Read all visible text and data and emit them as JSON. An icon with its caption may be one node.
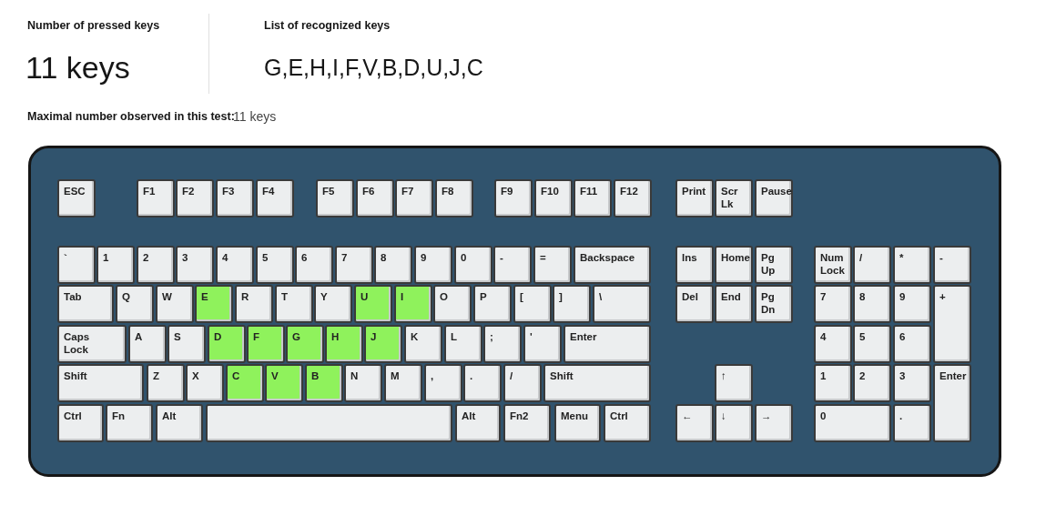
{
  "diagram": {
    "nodes": [
      {
        "text": [],
        "shape": "box"
      },
      {
        "text": [
          "ESC"
        ],
        "in": 0
      },
      {
        "text": [
          "F1"
        ],
        "in": 0
      },
      {
        "text": [
          "F2"
        ],
        "in": 0
      },
      {
        "text": [
          "F3"
        ],
        "in": 0
      },
      {
        "text": [
          "F4"
        ],
        "in": 0
      },
      {
        "text": [
          "F5"
        ],
        "in": 0
      },
      {
        "text": [
          "F6"
        ],
        "in": 0
      },
      {
        "text": [
          "F7"
        ],
        "in": 0
      },
      {
        "text": [
          "F8"
        ],
        "in": 0
      },
      {
        "text": [
          "F9"
        ],
        "in": 0
      },
      {
        "text": [
          "F10"
        ],
        "in": 0
      },
      {
        "text": [
          "F11"
        ],
        "in": 0
      },
      {
        "text": [
          "F12"
        ],
        "in": 0
      },
      {
        "text": [
          "Print"
        ],
        "in": 0
      },
      {
        "text": [
          "Scr Lk"
        ],
        "in": 0
      },
      {
        "text": [
          "Pause"
        ],
        "in": 0
      },
      {
        "text": [
          "`"
        ],
        "in": 0
      },
      {
        "text": [
          "1"
        ],
        "in": 0
      },
      {
        "text": [
          "2"
        ],
        "in": 0
      },
      {
        "text": [
          "3"
        ],
        "in": 0
      },
      {
        "text": [
          "4"
        ],
        "in": 0
      },
      {
        "text": [
          "5"
        ],
        "in": 0
      },
      {
        "text": [
          "6"
        ],
        "in": 0
      },
      {
        "text": [
          "7"
        ],
        "in": 0
      },
      {
        "text": [
          "8"
        ],
        "in": 0
      },
      {
        "text": [
          "9"
        ],
        "in": 0
      },
      {
        "text": [
          "0"
        ],
        "in": 0
      },
      {
        "text": [
          "-"
        ],
        "in": 0
      },
      {
        "text": [
          "="
        ],
        "in": 0
      },
      {
        "text": [
          "Backspace"
        ],
        "in": 0
      },
      {
        "text": [
          "Ins"
        ],
        "in": 0
      },
      {
        "text": [
          "Home"
        ],
        "in": 0
      },
      {
        "text": [
          "Pg Up"
        ],
        "in": 0
      },
      {
        "text": [
          "Num Lock"
        ],
        "in": 0
      },
      {
        "text": [
          "/"
        ],
        "in": 0
      },
      {
        "text": [
          "*"
        ],
        "in": 0
      },
      {
        "text": [
          "-"
        ],
        "in": 0
      },
      {
        "text": [
          "Tab"
        ],
        "in": 0
      },
      {
        "text": [
          "Q"
        ],
        "in": 0
      },
      {
        "text": [
          "W"
        ],
        "in": 0
      },
      {
        "text": [
          "E"
        ],
        "in": 0
      },
      {
        "text": [
          "R"
        ],
        "in": 0
      },
      {
        "text": [
          "T"
        ],
        "in": 0
      },
      {
        "text": [
          "Y"
        ],
        "in": 0
      },
      {
        "text": [
          "U"
        ],
        "in": 0
      },
      {
        "text": [
          "I"
        ],
        "in": 0
      },
      {
        "text": [
          "O"
        ],
        "in": 0
      },
      {
        "text": [
          "P"
        ],
        "in": 0
      },
      {
        "text": [
          "["
        ],
        "in": 0
      },
      {
        "text": [
          "]"
        ],
        "in": 0
      },
      {
        "text": [
          "\\"
        ],
        "in": 0
      },
      {
        "text": [
          "Del"
        ],
        "in": 0
      },
      {
        "text": [
          "End"
        ],
        "in": 0
      },
      {
        "text": [
          "Pg Dn"
        ],
        "in": 0
      },
      {
        "text": [
          "7"
        ],
        "in": 0
      },
      {
        "text": [
          "8"
        ],
        "in": 0
      },
      {
        "text": [
          "9"
        ],
        "in": 0
      },
      {
        "text": [
          "+"
        ],
        "in": 0
      },
      {
        "text": [
          "Caps Lock"
        ],
        "in": 0
      },
      {
        "text": [
          "A"
        ],
        "in": 0
      },
      {
        "text": [
          "S"
        ],
        "in": 0
      },
      {
        "text": [
          "D"
        ],
        "in": 0
      },
      {
        "text": [
          "F"
        ],
        "in": 0
      },
      {
        "text": [
          "G"
        ],
        "in": 0
      },
      {
        "text": [
          "H"
        ],
        "in": 0
      },
      {
        "text": [
          "J"
        ],
        "in": 0
      },
      {
        "text": [
          "K"
        ],
        "in": 0
      },
      {
        "text": [
          "L"
        ],
        "in": 0
      },
      {
        "text": [
          ";"
        ],
        "in": 0
      },
      {
        "text": [
          "'"
        ],
        "in": 0
      },
      {
        "text": [
          "Enter"
        ],
        "in": 0
      },
      {
        "text": [
          "4"
        ],
        "in": 0
      },
      {
        "text": [
          "5"
        ],
        "in": 0
      },
      {
        "text": [
          "6"
        ],
        "in": 0
      },
      {
        "text": [
          "Shift"
        ],
        "in": 0
      },
      {
        "text": [
          "Z"
        ],
        "in": 0
      },
      {
        "text": [
          "X"
        ],
        "in": 0
      },
      {
        "text": [
          "C"
        ],
        "in": 0
      },
      {
        "text": [
          "V"
        ],
        "in": 0
      },
      {
        "text": [
          "B"
        ],
        "in": 0
      },
      {
        "text": [
          "N"
        ],
        "in": 0
      },
      {
        "text": [
          "M"
        ],
        "in": 0
      },
      {
        "text": [
          ","
        ],
        "in": 0
      },
      {
        "text": [
          "."
        ],
        "in": 0
      },
      {
        "text": [
          "/"
        ],
        "in": 0
      },
      {
        "text": [
          "Shift"
        ],
        "in": 0
      },
      {
        "text": [
          "↑"
        ],
        "in": 0
      },
      {
        "text": [
          "1"
        ],
        "in": 0
      },
      {
        "text": [
          "2"
        ],
        "in": 0
      },
      {
        "text": [
          "3"
        ],
        "in": 0
      },
      {
        "text": [
          "Enter"
        ],
        "in": 0
      },
      {
        "text": [
          "Ctrl"
        ],
        "in": 0
      },
      {
        "text": [
          "Fn"
        ],
        "in": 0
      },
      {
        "text": [
          "Alt"
        ],
        "in": 0
      },
      {
        "text": [],
        "shape": "box",
        "in": 0
      },
      {
        "text": [
          "Alt"
        ],
        "in": 0
      },
      {
        "text": [
          "Fn2"
        ],
        "in": 0
      },
      {
        "text": [
          "Menu"
        ],
        "in": 0
      },
      {
        "text": [
          "Ctrl"
        ],
        "in": 0
      },
      {
        "text": [
          "←"
        ],
        "in": 0
      },
      {
        "text": [
          "↓"
        ],
        "in": 0
      },
      {
        "text": [
          "→"
        ],
        "in": 0
      },
      {
        "text": [
          "0"
        ],
        "in": 0
      },
      {
        "text": [
          "."
        ],
        "in": 0
      }
    ],
    "labels": [
      "Number of pressed keys",
      "11 keys",
      "List of recognized keys",
      "G,E,H,I,F,V,B,D,U,J,C",
      "Maximal number observed in this test:",
      "11 keys"
    ]
  }
}
